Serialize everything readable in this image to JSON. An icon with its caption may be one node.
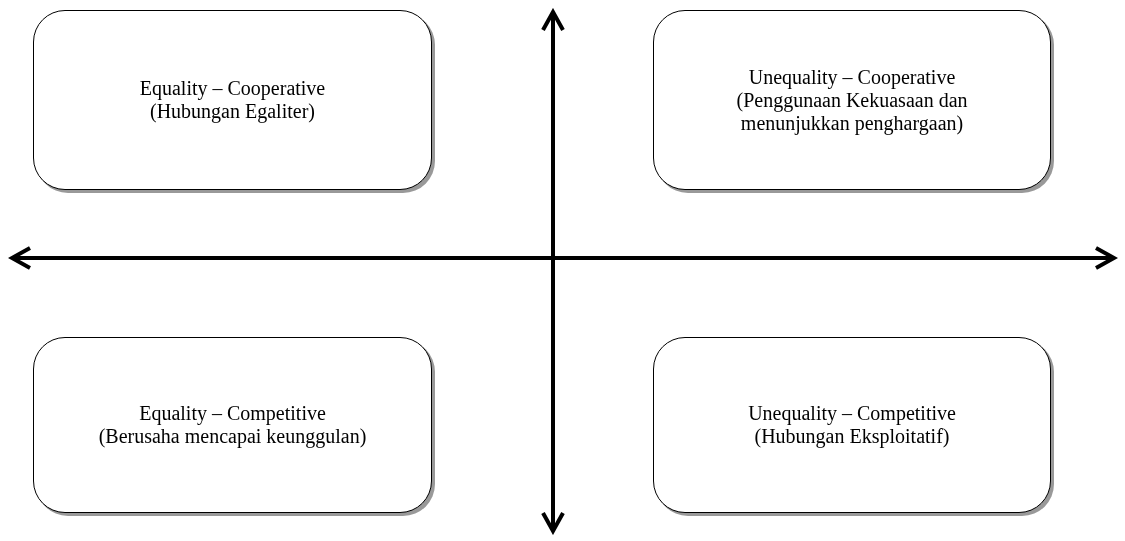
{
  "diagram": {
    "nodes": [
      {
        "text": [
          "Equality – Cooperative",
          "(Hubungan Egaliter)"
        ]
      },
      {
        "text": [
          "Unequality – Cooperative",
          "(Penggunaan Kekuasaan dan menunjukkan penghargaan)"
        ]
      },
      {
        "text": [
          "Equality – Competitive",
          "(Berusaha mencapai keunggulan)"
        ]
      },
      {
        "text": [
          "Unequality – Competitive",
          "(Hubungan Eksploitatif)"
        ]
      }
    ]
  }
}
